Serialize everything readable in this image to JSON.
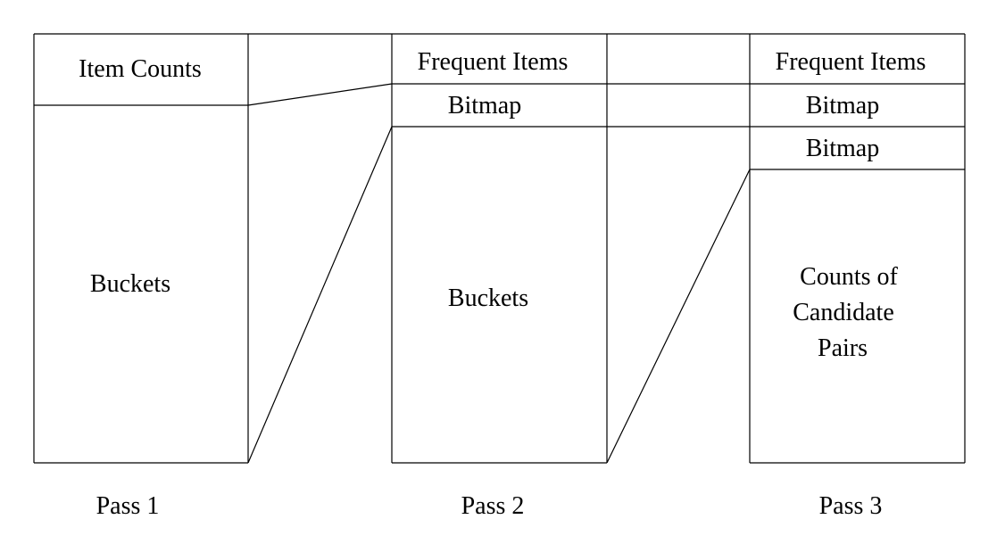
{
  "pass1": {
    "top_label": "Item Counts",
    "bottom_label": "Buckets",
    "pass_label": "Pass 1"
  },
  "pass2": {
    "top_label": "Frequent Items",
    "middle_label": "Bitmap",
    "bottom_label": "Buckets",
    "pass_label": "Pass 2"
  },
  "pass3": {
    "top_label": "Frequent Items",
    "bitmap1_label": "Bitmap",
    "bitmap2_label": "Bitmap",
    "bottom_label_line1": "Counts of",
    "bottom_label_line2": "Candidate",
    "bottom_label_line3": "Pairs",
    "pass_label": "Pass 3"
  }
}
